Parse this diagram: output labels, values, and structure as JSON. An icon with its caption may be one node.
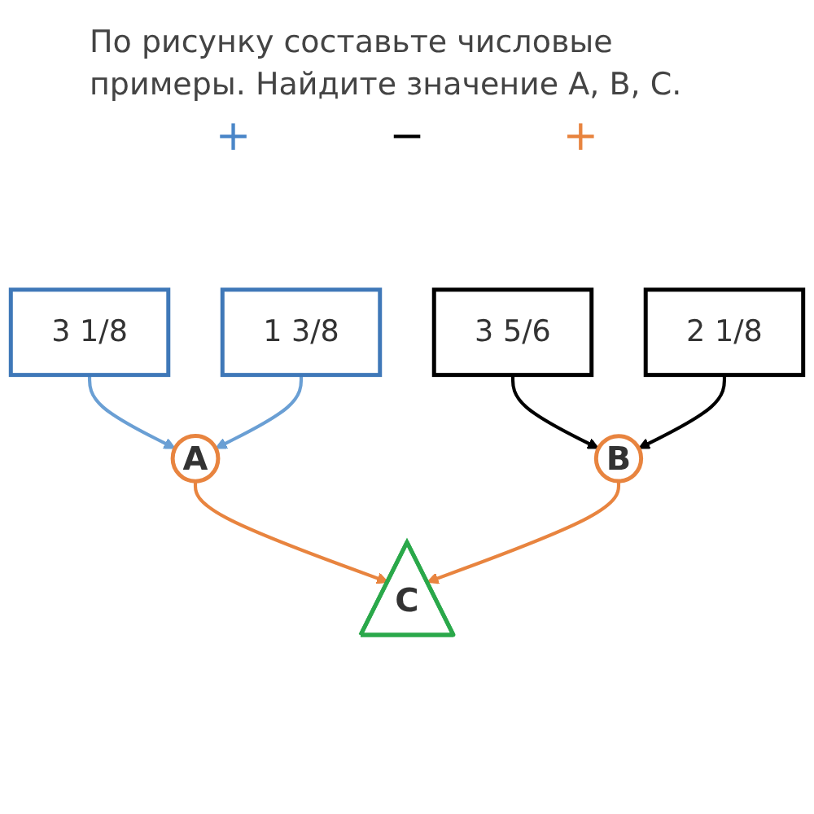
{
  "diagram": {
    "title": "По рисунку составьте числовые примеры. Найдите значение А, В, С.",
    "nodes": [
      {
        "text": [
          "3 1/8"
        ]
      },
      {
        "text": [
          "1 3/8"
        ]
      },
      {
        "text": [
          "3 5/6"
        ]
      },
      {
        "text": [
          "2 1/8"
        ]
      },
      {
        "text": [
          "A"
        ]
      },
      {
        "text": [
          "B"
        ]
      },
      {
        "text": [
          "C"
        ]
      }
    ],
    "edges": [
      {
        "from": 0,
        "to": 4,
        "arrow": "to",
        "color": "#6a9fd4"
      },
      {
        "from": 1,
        "to": 4,
        "arrow": "to",
        "color": "#6a9fd4"
      },
      {
        "from": 2,
        "to": 5,
        "arrow": "to",
        "color": "#000000"
      },
      {
        "from": 3,
        "to": 5,
        "arrow": "to",
        "color": "#000000"
      },
      {
        "from": 4,
        "to": 6,
        "arrow": "to",
        "color": "#e8843f"
      },
      {
        "from": 5,
        "to": 6,
        "arrow": "to",
        "color": "#e8843f"
      }
    ],
    "labels": [
      "+",
      "−",
      "+"
    ]
  }
}
